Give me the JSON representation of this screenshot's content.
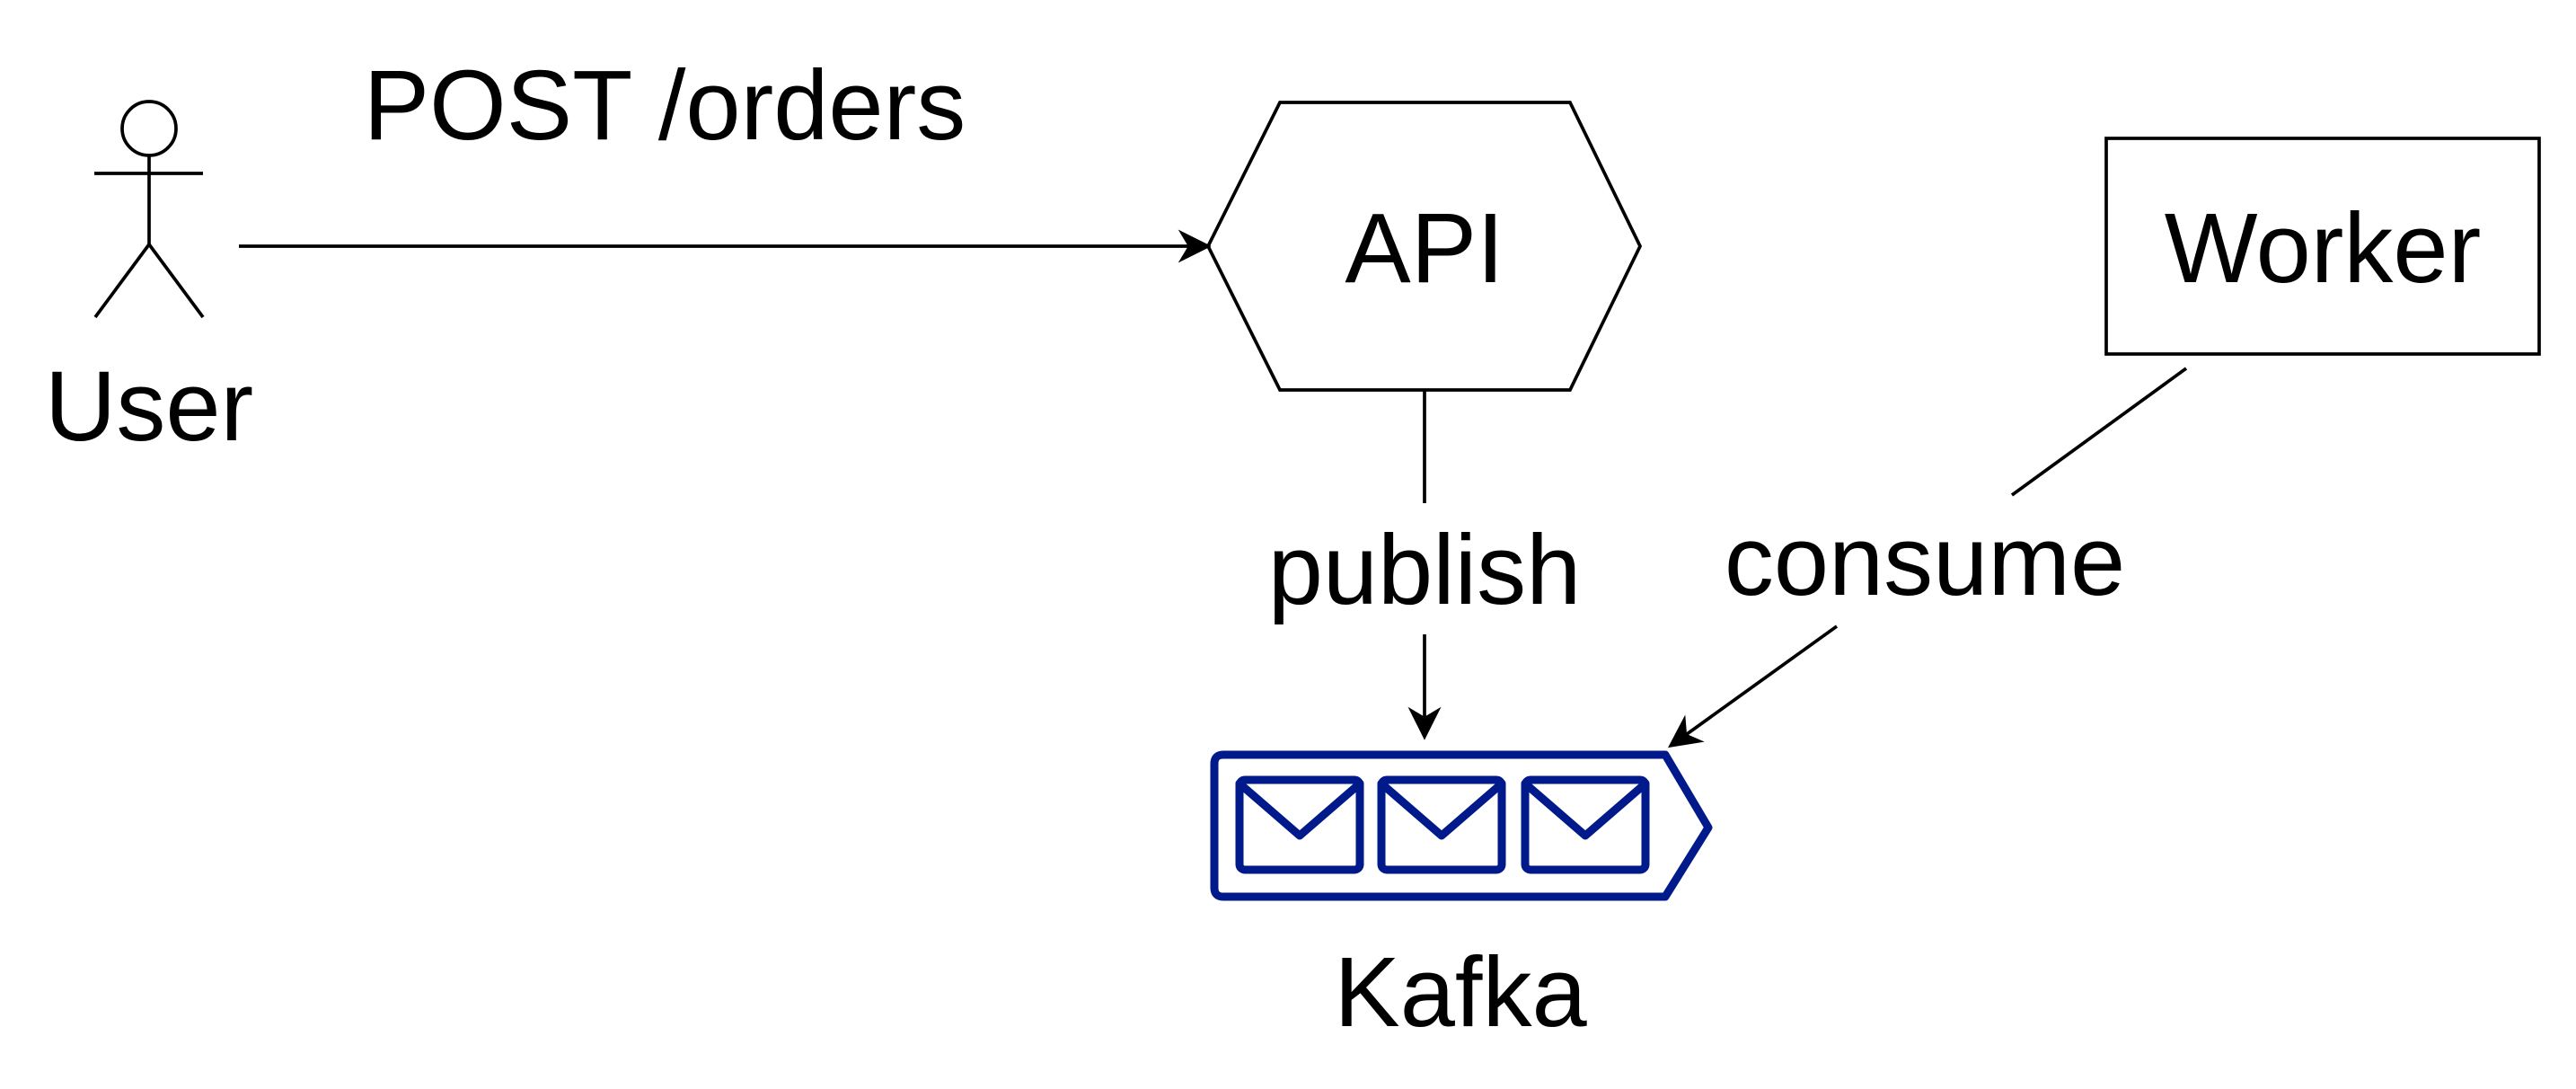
{
  "nodes": {
    "user": {
      "label": "User",
      "icon": "actor-icon"
    },
    "api": {
      "label": "API",
      "shape": "hexagon"
    },
    "worker": {
      "label": "Worker",
      "shape": "rectangle"
    },
    "kafka": {
      "label": "Kafka",
      "icon": "message-queue-icon"
    }
  },
  "edges": [
    {
      "from": "User",
      "to": "API",
      "label": "POST /orders"
    },
    {
      "from": "API",
      "to": "Kafka",
      "label": "publish"
    },
    {
      "from": "Worker",
      "to": "Kafka",
      "label": "consume"
    }
  ],
  "colors": {
    "line": "#000000",
    "kafka": "#001a8c",
    "background": "#ffffff"
  }
}
